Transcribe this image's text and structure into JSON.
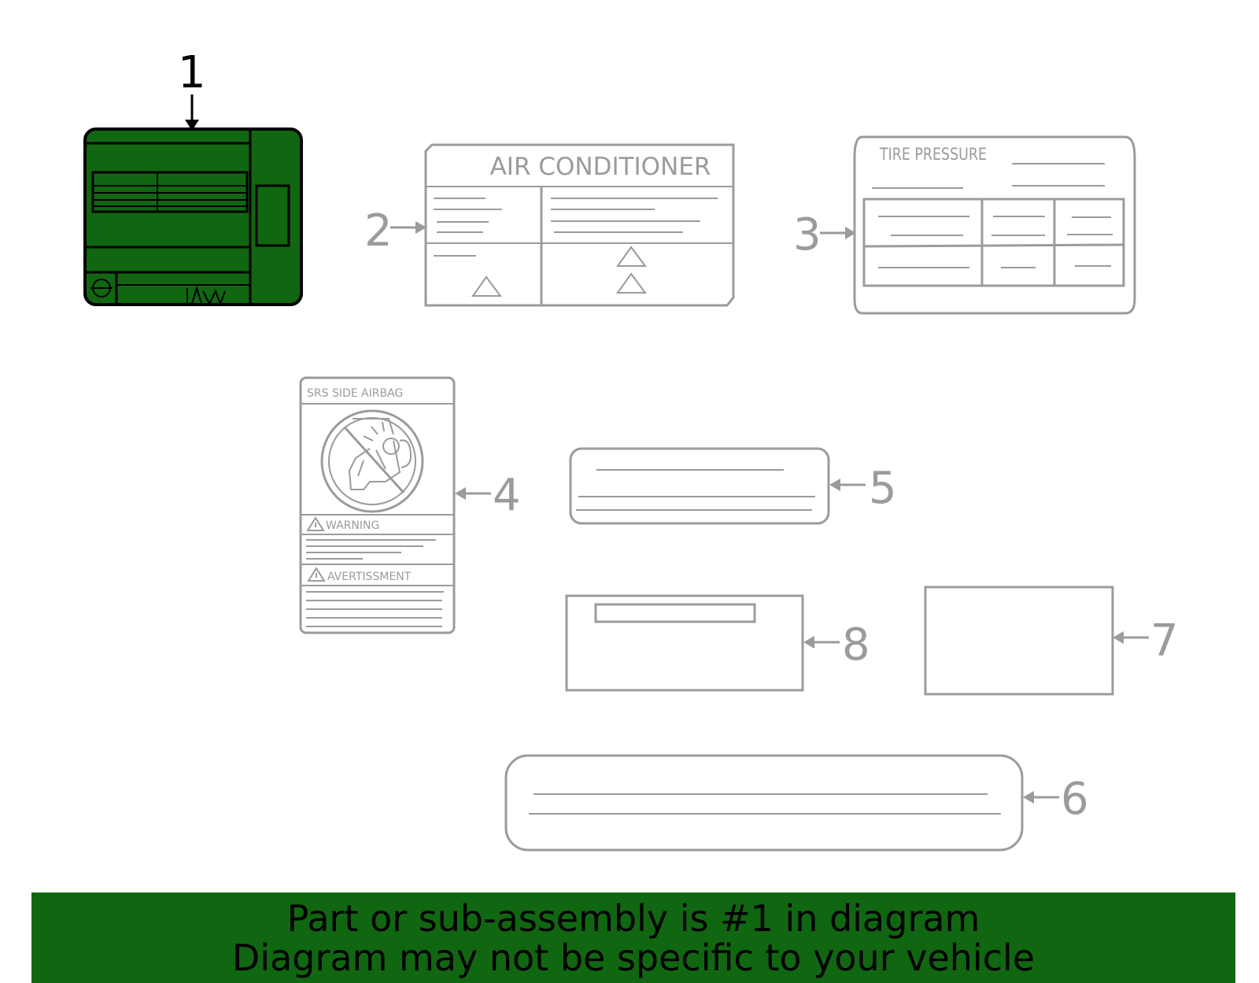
{
  "colors": {
    "highlight": "#116611",
    "muted": "#9b9b9b",
    "text": "#000000"
  },
  "callouts": {
    "c1": "1",
    "c2": "2",
    "c3": "3",
    "c4": "4",
    "c5": "5",
    "c6": "6",
    "c7": "7",
    "c8": "8"
  },
  "labels": {
    "air_conditioner": "AIR CONDITIONER",
    "tire_pressure": "TIRE PRESSURE",
    "srs_side_airbag": "SRS SIDE AIRBAG",
    "warning": "WARNING",
    "avertissment": "AVERTISSMENT"
  },
  "banner": {
    "line1": "Part or sub-assembly is #1 in diagram",
    "line2": "Diagram may not be specific to your vehicle"
  }
}
